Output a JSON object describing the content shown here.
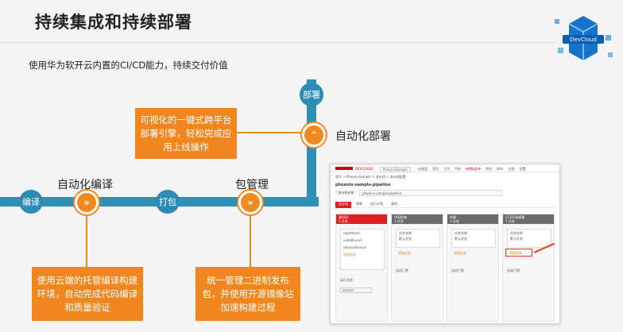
{
  "slide": {
    "title": "持续集成和持续部署",
    "subtitle": "使用华为软开云内置的CI/CD能力，持续交付价值"
  },
  "metro": {
    "stops": {
      "compile": "编译",
      "package": "打包",
      "deploy": "部署"
    },
    "nodes": {
      "auto_compile": "自动化编译",
      "package_mgmt": "包管理",
      "auto_deploy": "自动化部署"
    },
    "boxes": {
      "deploy_desc": "可视化的一键式跨平台部署引擎，轻松完成应用上线操作",
      "compile_desc": "使用云端的托管编译构建环境，自动完成代码编译和质量验证",
      "package_desc": "统一管理二进制发布包，并使用开源镜像站加速构建过程"
    },
    "colors": {
      "track": "#2f8fb4",
      "orange": "#f0861d"
    }
  },
  "badge": {
    "text": "DevCloud"
  },
  "screenshot": {
    "logo": "DEVCLOUD",
    "project": "PhoenixSample",
    "nav": [
      "仪表盘",
      "项目",
      "工作",
      "代码",
      "构建&发布",
      "测试",
      "Wiki",
      "文档",
      "设置"
    ],
    "pipeline_name": "phoenix-sample-pipeline",
    "name_label": "* 流水线名称：",
    "breadcrumb": "首页 > PhoenixSample > 流水线 > 流水线配置",
    "tabs": [
      "流水线",
      "参数",
      "执行计划",
      "通知"
    ],
    "stages": [
      {
        "name": "源代码",
        "sub": "1 任务",
        "tasks": [
          "repoName",
          "codeBranch",
          "releaseVersion"
        ],
        "action": "添加任务"
      },
      {
        "name": "代码检查",
        "sub": "1 任务",
        "tasks": [
          "任务名称",
          "默认任务"
        ],
        "action": "添加任务"
      },
      {
        "name": "构建",
        "sub": "1 任务",
        "tasks": [
          "任务名称",
          "默认任务"
        ],
        "action": "添加任务"
      },
      {
        "name": "CCE环境部署",
        "sub": "1 任务",
        "tasks": [
          "任务名称",
          "默认任务"
        ],
        "action": "添加任务"
      }
    ],
    "gates": "自动门禁",
    "exec_label": "运行任务",
    "exec_value": "master"
  }
}
